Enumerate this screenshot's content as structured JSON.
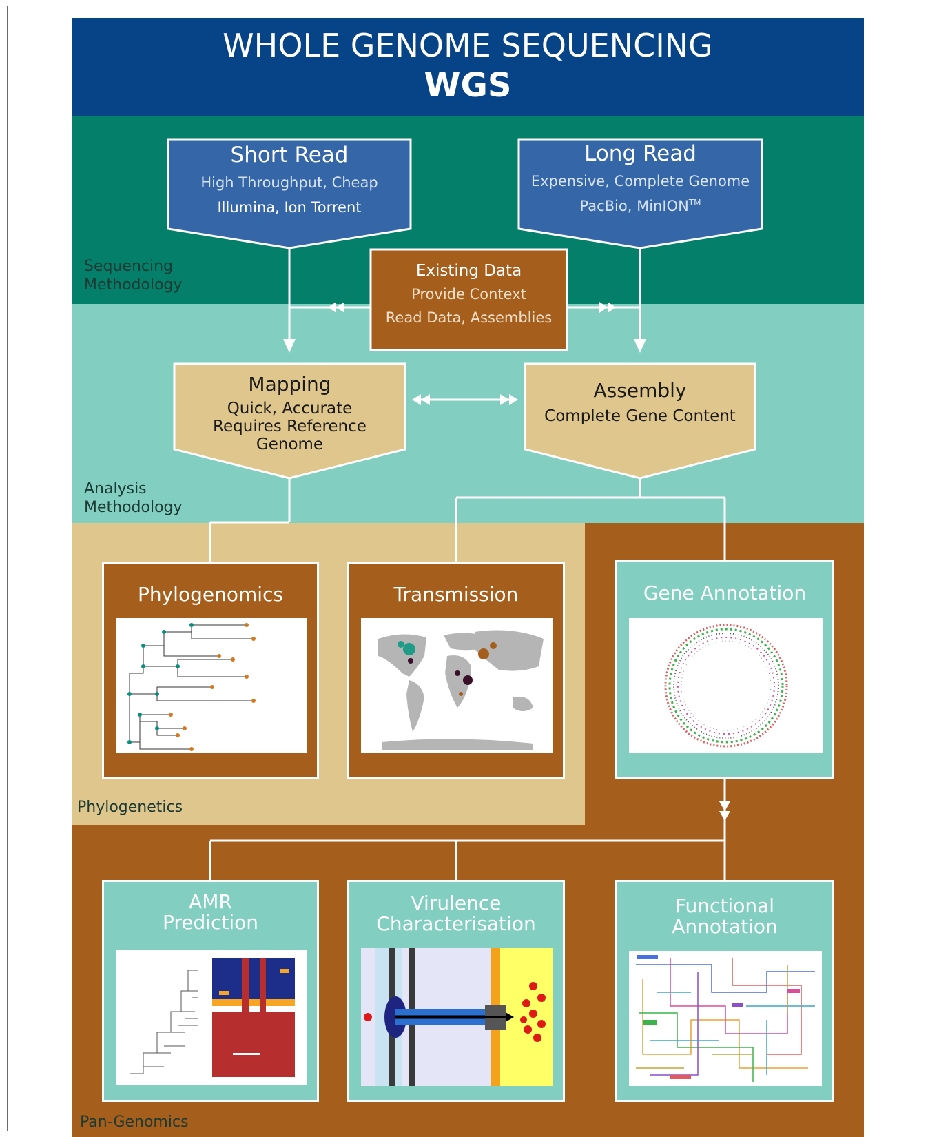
{
  "header": {
    "title": "WHOLE GENOME SEQUENCING",
    "abbreviation": "WGS"
  },
  "sections": {
    "sequencing": "Sequencing Methodology",
    "analysis": "Analysis Methodology",
    "phylogenetics": "Phylogenetics",
    "pan_genomics": "Pan-Genomics"
  },
  "short_read": {
    "title": "Short Read",
    "line1": "High Throughput, Cheap",
    "line2": "Illumina, Ion Torrent"
  },
  "long_read": {
    "title": "Long Read",
    "line1": "Expensive, Complete Genome",
    "line2": "PacBio, MinION",
    "line2_sup": "TM"
  },
  "existing_data": {
    "title": "Existing Data",
    "line1": "Provide Context",
    "line2": "Read Data, Assemblies"
  },
  "mapping": {
    "title": "Mapping",
    "line1": "Quick, Accurate",
    "line2": "Requires Reference",
    "line3": "Genome"
  },
  "assembly": {
    "title": "Assembly",
    "line1": "Complete Gene Content"
  },
  "panels": {
    "phylogenomics": "Phylogenomics",
    "transmission": "Transmission",
    "gene_annotation": "Gene Annotation",
    "amr_line1": "AMR",
    "amr_line2": "Prediction",
    "virulence_line1": "Virulence",
    "virulence_line2": "Characterisation",
    "functional_line1": "Functional",
    "functional_line2": "Annotation"
  },
  "colors": {
    "title_band": "#074487",
    "sequencing_band": "#037f6a",
    "analysis_band": "#82cfc1",
    "phylogenetics_band": "#dfc68d",
    "pan_genomics_band": "#a65e1c",
    "read_box": "#3566a8",
    "existing_box": "#a65e1c",
    "analysis_box": "#dfc68d"
  }
}
